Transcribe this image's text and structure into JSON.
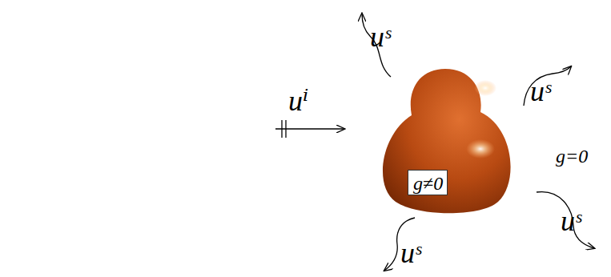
{
  "diagram": {
    "nodes": [
      {
        "text": [
          "g≠0"
        ]
      }
    ],
    "labels": [
      "uˢ",
      "uˢ",
      "uⁱ",
      "g=0",
      "uˢ",
      "uˢ"
    ]
  }
}
